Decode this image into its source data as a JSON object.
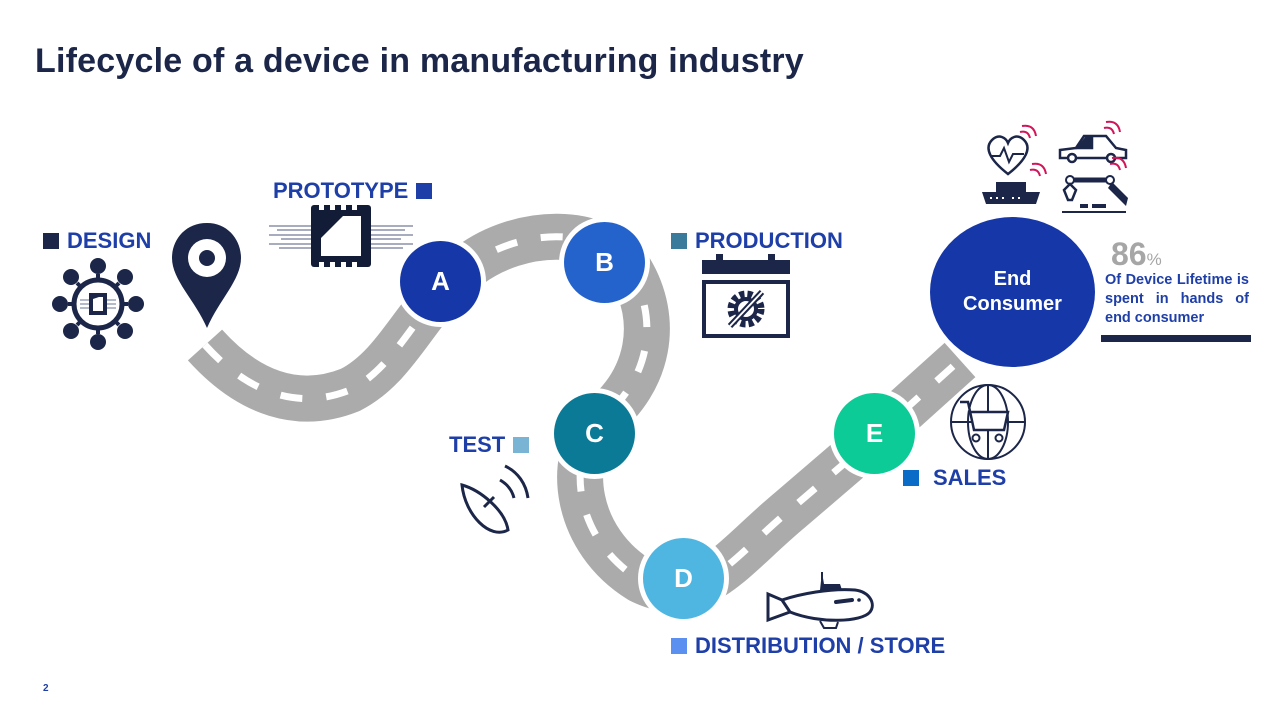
{
  "title": "Lifecycle of a device in manufacturing industry",
  "page_number": "2",
  "stages": [
    {
      "key": "design",
      "label": "DESIGN",
      "square_color": "#1b2648",
      "icon": "network-chip-icon"
    },
    {
      "key": "prototype",
      "label": "PROTOTYPE",
      "square_color": "#1f3fa8",
      "icon": "circuit-chip-icon"
    },
    {
      "key": "production",
      "label": "PRODUCTION",
      "square_color": "#3a7a9a",
      "icon": "calendar-gear-icon"
    },
    {
      "key": "test",
      "label": "TEST",
      "square_color": "#7ab4d4",
      "icon": "satellite-dish-icon"
    },
    {
      "key": "distribution",
      "label": "DISTRIBUTION / STORE",
      "square_color": "#5b8ff0",
      "icon": "submarine-icon"
    },
    {
      "key": "sales",
      "label": "SALES",
      "square_color": "#0a6cc6",
      "icon": "globe-cart-icon"
    }
  ],
  "milestones": [
    {
      "letter": "A",
      "color": "#1637a8"
    },
    {
      "letter": "B",
      "color": "#2563cc"
    },
    {
      "letter": "C",
      "color": "#0b7a96"
    },
    {
      "letter": "D",
      "color": "#4fb6e2"
    },
    {
      "letter": "E",
      "color": "#0ccb96"
    }
  ],
  "end_consumer": {
    "label_line1": "End",
    "label_line2": "Consumer",
    "color": "#1637a8",
    "icons": [
      "heart-rate-icon",
      "car-icon",
      "ship-icon",
      "robot-arm-icon"
    ]
  },
  "stat": {
    "value": "86",
    "unit": "%",
    "text": "Of Device Lifetime is spent in hands of end consumer"
  },
  "colors": {
    "road": "#ababab",
    "dark_navy": "#1b2648",
    "signal": "#d4145a"
  }
}
